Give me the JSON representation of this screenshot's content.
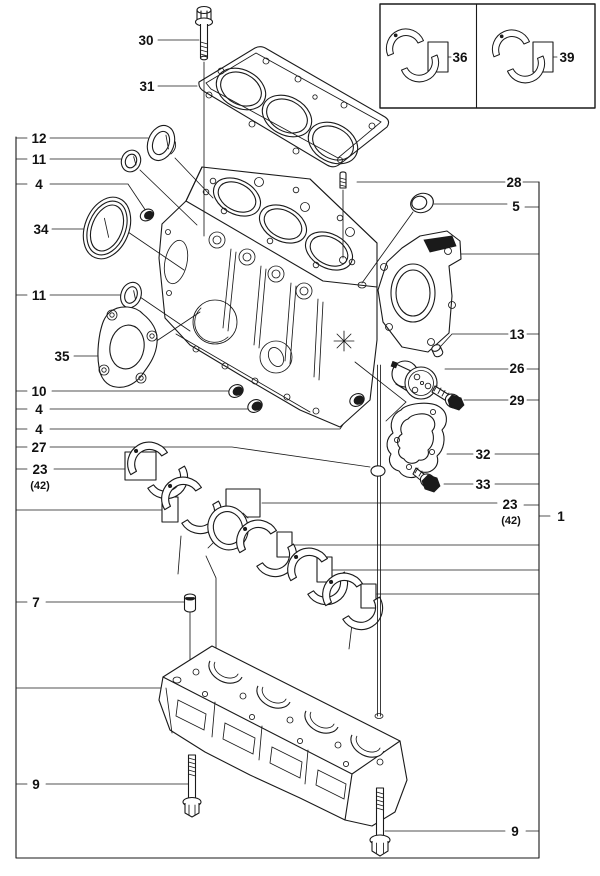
{
  "diagram": {
    "title": "Engine cylinder block exploded parts diagram",
    "background": "#ffffff",
    "line_color": "#1a1a1a"
  },
  "callouts": {
    "c1": "1",
    "c4": "4",
    "c5": "5",
    "c7": "7",
    "c9": "9",
    "c10": "10",
    "c11": "11",
    "c12": "12",
    "c13": "13",
    "c23": "23",
    "c26": "26",
    "c27": "27",
    "c28": "28",
    "c29": "29",
    "c30": "30",
    "c31": "31",
    "c32": "32",
    "c33": "33",
    "c34": "34",
    "c35": "35",
    "c36": "36",
    "c39": "39",
    "c42": "(42)"
  }
}
